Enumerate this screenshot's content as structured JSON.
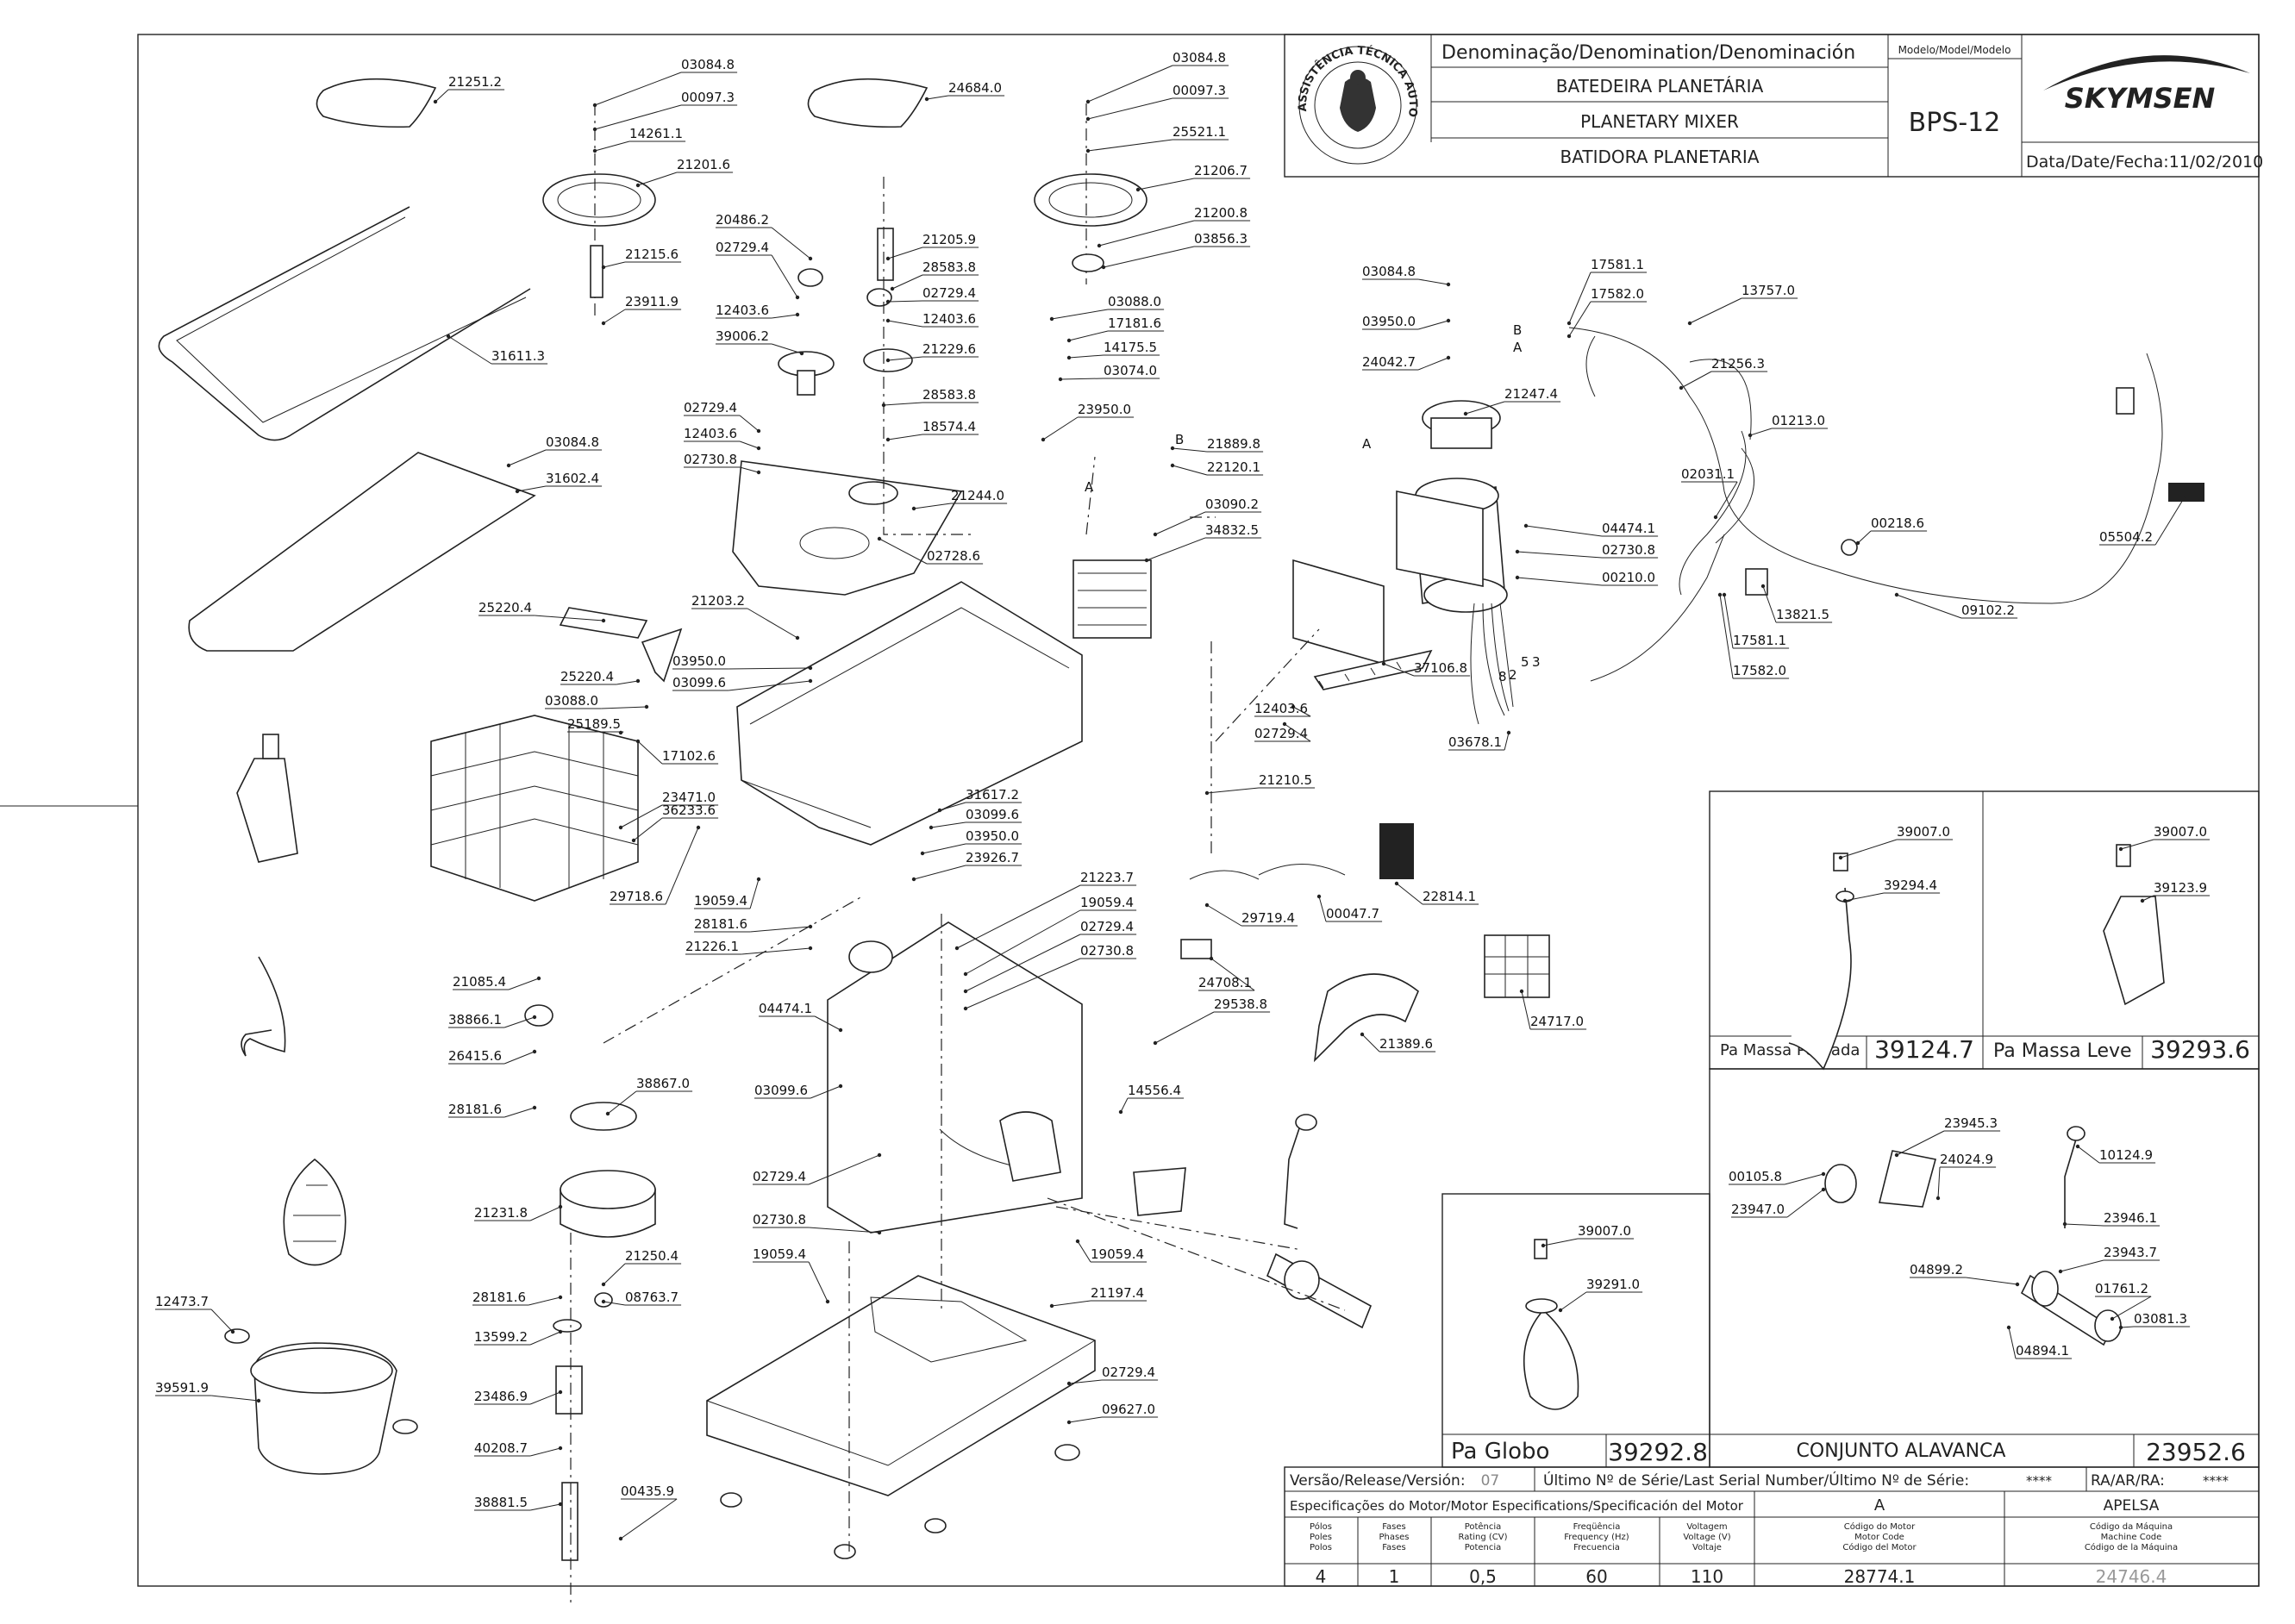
{
  "title_block": {
    "denomination_header": "Denominação/Denomination/Denominación",
    "model_header": "Modelo/Model/Modelo",
    "name_pt": "BATEDEIRA PLANETÁRIA",
    "name_en": "PLANETARY MIXER",
    "name_es": "BATIDORA PLANETARIA",
    "model": "BPS-12",
    "brand": "SKYMSEN",
    "date_label": "Data/Date/Fecha:",
    "date": "11/02/2010",
    "stamp_text": "ASSISTÊNCIA TÉCNICA AUTORIZADA"
  },
  "sub_boxes": {
    "pa_massa_pessada": {
      "label": "Pa Massa Pessada",
      "code": "39124.7"
    },
    "pa_massa_leve": {
      "label": "Pa Massa Leve",
      "code": "39293.6"
    },
    "pa_globo": {
      "label": "Pa Globo",
      "code": "39292.8"
    },
    "conjunto_alavanca": {
      "label": "CONJUNTO ALAVANCA",
      "code": "23952.6"
    }
  },
  "bottom_table": {
    "release_label": "Versão/Release/Versión:",
    "release": "07",
    "serial_label": "Último Nº de Série/Last Serial Number/Último Nº de Série:",
    "serial": "****",
    "ra_label": "RA/AR/RA:",
    "ra": "****",
    "motor_spec_label": "Especificações do Motor/Motor Especifications/Specificación del Motor",
    "motor_a": "A",
    "motor_maker": "APELSA",
    "col_poles": [
      "Pólos",
      "Poles",
      "Polos"
    ],
    "col_phases": [
      "Fases",
      "Phases",
      "Fases"
    ],
    "col_power": [
      "Potência",
      "Rating (CV)",
      "Potencia"
    ],
    "col_freq": [
      "Freqüência",
      "Frequency (Hz)",
      "Frecuencia"
    ],
    "col_voltage": [
      "Voltagem",
      "Voltage (V)",
      "Voltaje"
    ],
    "col_motor_code": [
      "Código do Motor",
      "Motor Code",
      "Código del Motor"
    ],
    "col_machine_code": [
      "Código da Máquina",
      "Machine Code",
      "Código de la Máquina"
    ],
    "poles": "4",
    "phases": "1",
    "power": "0,5",
    "frequency": "60",
    "voltage": "110",
    "motor_code": "28774.1",
    "machine_code": "24746.4"
  },
  "letters": {
    "A": "A",
    "B": "B",
    "big_A": "A"
  },
  "wire_labels": {
    "w8": "8",
    "w2": "2",
    "w5": "5",
    "w3": "3"
  },
  "parts": [
    "21251.2",
    "03084.8",
    "00097.3",
    "14261.1",
    "21201.6",
    "21215.6",
    "23911.9",
    "31611.3",
    "24684.0",
    "03084.8",
    "00097.3",
    "25521.1",
    "21206.7",
    "21200.8",
    "03856.3",
    "20486.2",
    "02729.4",
    "12403.6",
    "39006.2",
    "21205.9",
    "28583.8",
    "02729.4",
    "12403.6",
    "21229.6",
    "28583.8",
    "18574.4",
    "02729.4",
    "12403.6",
    "02730.8",
    "03084.8",
    "31602.4",
    "21244.0",
    "02728.6",
    "03088.0",
    "17181.6",
    "14175.5",
    "03074.0",
    "23950.0",
    "21889.8",
    "22120.1",
    "03090.2",
    "34832.5",
    "21203.2",
    "03950.0",
    "03099.6",
    "25220.4",
    "25220.4",
    "03088.0",
    "25189.5",
    "17102.6",
    "23471.0",
    "36233.6",
    "29718.6",
    "19059.4",
    "28181.6",
    "21226.1",
    "31617.2",
    "03099.6",
    "03950.0",
    "23926.7",
    "21223.7",
    "19059.4",
    "02729.4",
    "02730.8",
    "04474.1",
    "03099.6",
    "02729.4",
    "02730.8",
    "19059.4",
    "21197.4",
    "02729.4",
    "09627.0",
    "14556.4",
    "19059.4",
    "21085.4",
    "38866.1",
    "26415.6",
    "28181.6",
    "38867.0",
    "21231.8",
    "28181.6",
    "21250.4",
    "08763.7",
    "13599.2",
    "23486.9",
    "40208.7",
    "38881.5",
    "00435.9",
    "12473.7",
    "39591.9",
    "03084.8",
    "03950.0",
    "24042.7",
    "21247.4",
    "04474.1",
    "02730.8",
    "00210.0",
    "37106.8",
    "12403.6",
    "02729.4",
    "03678.1",
    "21210.5",
    "17581.1",
    "17582.0",
    "13757.0",
    "21256.3",
    "01213.0",
    "02031.1",
    "00218.6",
    "05504.2",
    "09102.2",
    "13821.5",
    "17581.1",
    "17582.0",
    "29719.4",
    "00047.7",
    "22814.1",
    "24708.1",
    "29538.8",
    "24717.0",
    "21389.6",
    "39007.0",
    "39294.4",
    "39007.0",
    "39123.9",
    "39007.0",
    "39291.0",
    "23945.3",
    "00105.8",
    "24024.9",
    "10124.9",
    "23947.0",
    "23946.1",
    "23943.7",
    "04899.2",
    "01761.2",
    "03081.3",
    "04894.1"
  ]
}
